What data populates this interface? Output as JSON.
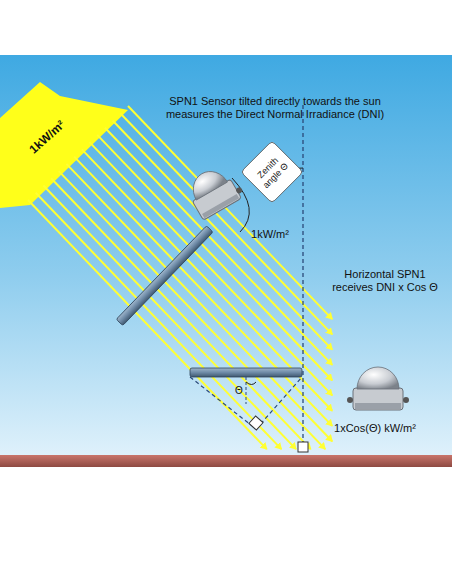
{
  "diagram": {
    "labels": [
      "1kW/m²",
      "SPN1 Sensor tilted directly towards the sun measures the Direct Normal Irradiance (DNI)",
      "1kW/m²",
      "Zenith angle Θ",
      "Horizontal SPN1 receives DNI x Cos Θ",
      "Θ",
      "1xCos(Θ) kW/m²"
    ]
  }
}
